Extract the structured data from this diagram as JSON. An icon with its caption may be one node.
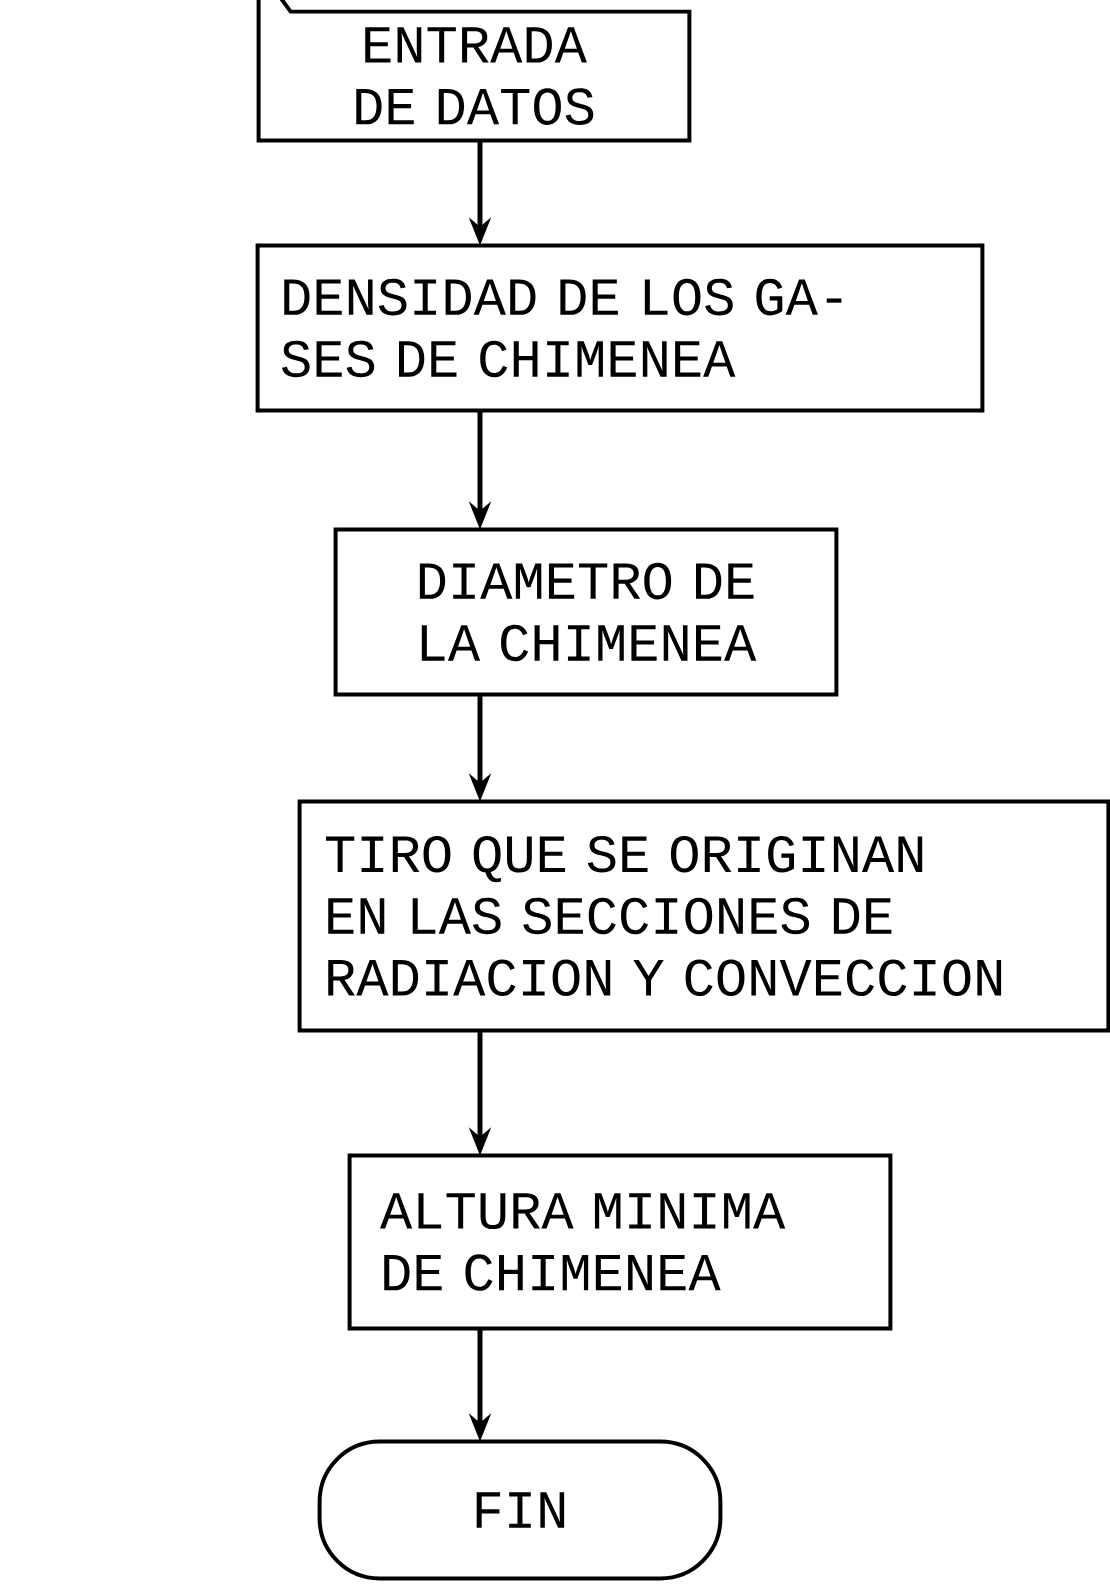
{
  "diagram": {
    "nodes": [
      {
        "text": [
          "ENTRADA DE DATOS"
        ]
      },
      {
        "text": [
          "DENSIDAD DE LOS GA- SES DE CHIMENEA"
        ]
      },
      {
        "text": [
          "DIAMETRO DE LA CHIMENEA"
        ]
      },
      {
        "text": [
          "TIRO QUE SE ORIGINAN EN LAS SECCIONES DE RADIACION Y CONVECCION"
        ]
      },
      {
        "text": [
          "ALTURA MINIMA DE CHIMENEA"
        ]
      },
      {
        "text": [
          "FIN"
        ]
      }
    ],
    "edges": [
      {
        "from": 0,
        "to": 1,
        "arrow": "to"
      },
      {
        "from": 1,
        "to": 2,
        "arrow": "to"
      },
      {
        "from": 2,
        "to": 3,
        "arrow": "to"
      },
      {
        "from": 3,
        "to": 4,
        "arrow": "to"
      },
      {
        "from": 4,
        "to": 5,
        "arrow": "to"
      }
    ]
  }
}
